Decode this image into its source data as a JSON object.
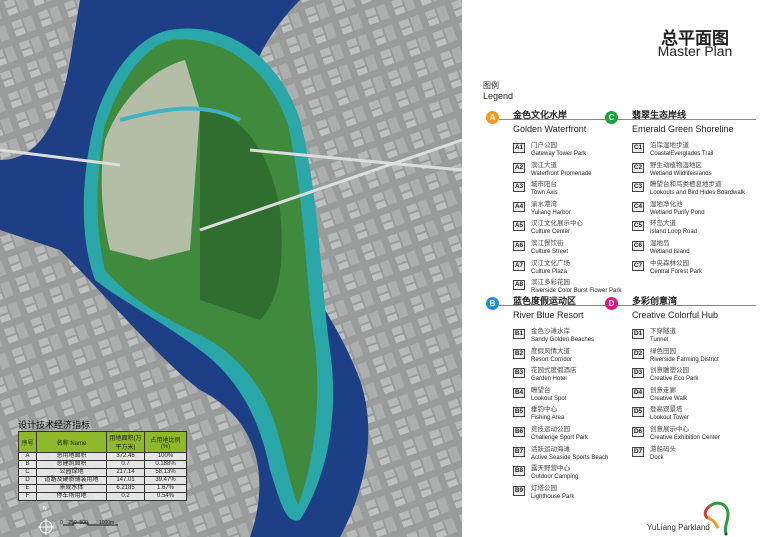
{
  "header": {
    "title_cn": "总平面图",
    "title_en": "Master Plan"
  },
  "legend": {
    "title_cn": "图例",
    "title_en": "Legend"
  },
  "sections": {
    "A": {
      "badge": "A",
      "color": "#f39a1e",
      "cn": "金色文化水岸",
      "en": "Golden Waterfront",
      "items": [
        {
          "code": "A1",
          "cn": "门户公园",
          "en": "Gateway Tower Park"
        },
        {
          "code": "A2",
          "cn": "滨江大道",
          "en": "Waterfront Promenade"
        },
        {
          "code": "A3",
          "cn": "城市阳台",
          "en": "Town Axis"
        },
        {
          "code": "A4",
          "cn": "渝水港湾",
          "en": "Yuliang Harbor"
        },
        {
          "code": "A5",
          "cn": "汉江文化展示中心",
          "en": "Culture Center"
        },
        {
          "code": "A6",
          "cn": "滨江餐饮街",
          "en": "Culture Street"
        },
        {
          "code": "A7",
          "cn": "汉江文化广场",
          "en": "Culture Plaza"
        },
        {
          "code": "A8",
          "cn": "滨江多彩花园",
          "en": "Riverside Color Burst Flower Park"
        }
      ]
    },
    "B": {
      "badge": "B",
      "color": "#1e90d6",
      "cn": "蓝色度假运动区",
      "en": "River Blue Resort",
      "items": [
        {
          "code": "B1",
          "cn": "金色沙滩水岸",
          "en": "Sandy Golden Beaches"
        },
        {
          "code": "B2",
          "cn": "度假风情大道",
          "en": "Resort Corridor"
        },
        {
          "code": "B3",
          "cn": "花园式度假酒店",
          "en": "Garden Hotel"
        },
        {
          "code": "B4",
          "cn": "瞭望台",
          "en": "Lookout Spot"
        },
        {
          "code": "B5",
          "cn": "垂钓中心",
          "en": "Fishing Area"
        },
        {
          "code": "B6",
          "cn": "竞技运动公园",
          "en": "Challenge Sport Park"
        },
        {
          "code": "B7",
          "cn": "活跃运动海滩",
          "en": "Active Seaside Sports Beach"
        },
        {
          "code": "B8",
          "cn": "露天野营中心",
          "en": "Outdoor Camping"
        },
        {
          "code": "B9",
          "cn": "灯塔公园",
          "en": "Lighthouse Park"
        }
      ]
    },
    "C": {
      "badge": "C",
      "color": "#1aa33a",
      "cn": "翡翠生态岸线",
      "en": "Emerald Green Shoreline",
      "items": [
        {
          "code": "C1",
          "cn": "沿岸湿地步道",
          "en": "CoastalEverglades Trail"
        },
        {
          "code": "C2",
          "cn": "野生动植物湿地区",
          "en": "Wetland Wildlifeislands"
        },
        {
          "code": "C3",
          "cn": "瞭望台和鸟类栖息地步道",
          "en": "Lookouts and Bird Hides Boardwalk"
        },
        {
          "code": "C4",
          "cn": "湿地净化池",
          "en": "Wetland Purify Pond"
        },
        {
          "code": "C5",
          "cn": "环岛大道",
          "en": "Island Loop Road"
        },
        {
          "code": "C6",
          "cn": "湿地岛",
          "en": "Wetland Island"
        },
        {
          "code": "C7",
          "cn": "中央森林公园",
          "en": "Central Forest Park"
        }
      ]
    },
    "D": {
      "badge": "D",
      "color": "#e0157f",
      "cn": "多彩创意湾",
      "en": "Creative Colorful Hub",
      "items": [
        {
          "code": "D1",
          "cn": "下穿隧道",
          "en": "Tunnel"
        },
        {
          "code": "D2",
          "cn": "绿色田园",
          "en": "Riverside Farming District"
        },
        {
          "code": "D3",
          "cn": "创意雕塑公园",
          "en": "Creative Eco Park"
        },
        {
          "code": "D4",
          "cn": "创意走廊",
          "en": "Creative Walk"
        },
        {
          "code": "D5",
          "cn": "登高观景塔",
          "en": "Lookout Tower"
        },
        {
          "code": "D6",
          "cn": "创意展示中心",
          "en": "Creative Exhibition Center"
        },
        {
          "code": "D7",
          "cn": "游船码头",
          "en": "Dock"
        }
      ]
    }
  },
  "stats": {
    "title": "设计技术经济指标",
    "headers": [
      "序号",
      "名称 Name",
      "用地面积(万平方米)",
      "占用地比例(%)"
    ],
    "rows": [
      [
        "A",
        "总用地面积",
        "372.46",
        "100%"
      ],
      [
        "B",
        "总建筑面积",
        "0.7",
        "0.188%"
      ],
      [
        "C",
        "公园绿地",
        "217.14",
        "58.13%"
      ],
      [
        "D",
        "道路及硬质铺装用地",
        "147.01",
        "39.47%"
      ],
      [
        "E",
        "景观水体",
        "6.2185",
        "1.67%"
      ],
      [
        "F",
        "停车场用地",
        "0.2",
        "0.54%"
      ]
    ]
  },
  "map": {
    "north": "N",
    "scale_labels": [
      "0",
      "250",
      "500",
      "1000m"
    ]
  },
  "logo": {
    "text": "YuLiang Parkland"
  }
}
